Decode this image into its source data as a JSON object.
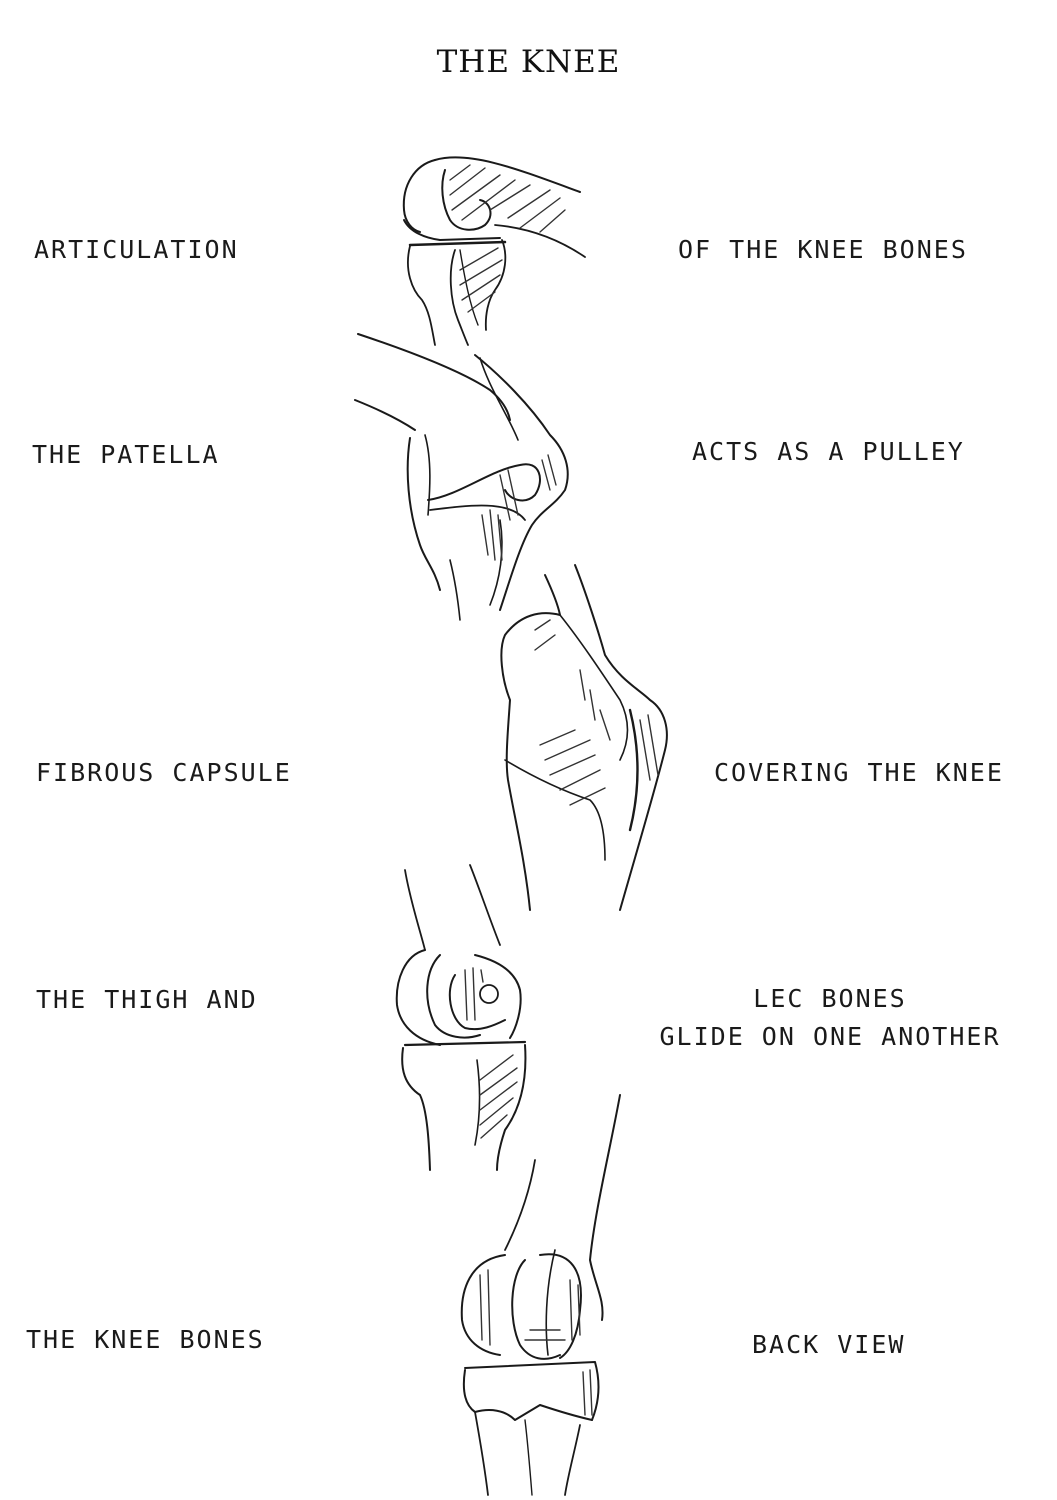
{
  "page": {
    "title": "THE KNEE",
    "ink_color": "#1a1a1a",
    "background": "#ffffff"
  },
  "rows": [
    {
      "left_label": "ARTICULATION",
      "right_label": "OF THE KNEE BONES",
      "figure": "knee-articulation-side-icon"
    },
    {
      "left_label": "THE PATELLA",
      "right_label": "ACTS AS A PULLEY",
      "figure": "patella-pulley-icon"
    },
    {
      "left_label": "FIBROUS CAPSULE",
      "right_label": "COVERING THE KNEE",
      "figure": "fibrous-capsule-icon"
    },
    {
      "left_label": "THE THIGH AND",
      "right_label_line1": "LEC BONES",
      "right_label_line2": "GLIDE ON ONE ANOTHER",
      "figure": "thigh-leg-bones-glide-icon"
    },
    {
      "left_label": "THE KNEE BONES",
      "right_label": "BACK VIEW",
      "figure": "knee-bones-back-view-icon"
    }
  ]
}
